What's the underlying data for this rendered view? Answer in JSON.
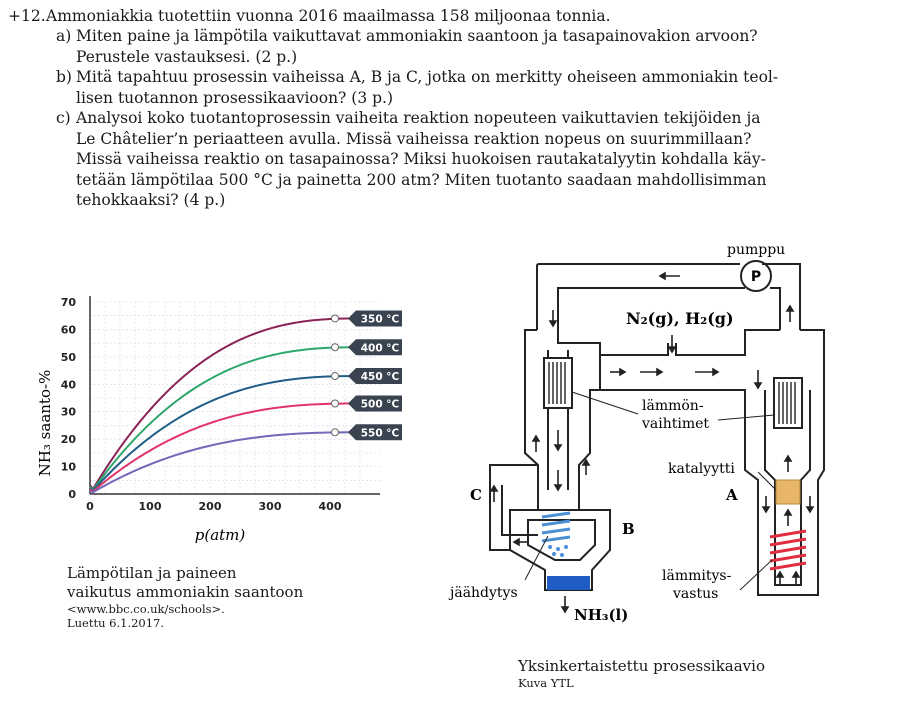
{
  "question": {
    "number": "+12.",
    "intro": "Ammoniakkia tuotettiin vuonna 2016 maailmassa 158 miljoonaa tonnia.",
    "parts": [
      {
        "label": "a)",
        "lines": [
          "Miten paine ja lämpötila vaikuttavat ammoniakin saantoon ja tasapainovakion arvoon?",
          "Perustele vastauksesi. (2 p.)"
        ]
      },
      {
        "label": "b)",
        "lines": [
          "Mitä tapahtuu prosessin vaiheissa A, B ja C, jotka on merkitty oheiseen ammoniakin teol-",
          "lisen tuotannon prosessikaavioon? (3 p.)"
        ]
      },
      {
        "label": "c)",
        "lines": [
          "Analysoi koko tuotantoprosessin vaiheita reaktion nopeuteen vaikuttavien tekijöiden ja",
          "Le Châtelier’n periaatteen avulla. Missä vaiheissa reaktion nopeus on suurimmillaan?",
          "Missä vaiheissa reaktio on tasapainossa? Miksi huokoisen rautakatalyytin kohdalla käy-",
          "tetään lämpötilaa 500 °C  ja painetta 200 atm? Miten tuotanto saadaan mahdollisimman",
          "tehokkaaksi? (4 p.)"
        ]
      }
    ]
  },
  "chart_data": {
    "type": "line",
    "ylabel": "NH₃ saanto-%",
    "xlabel": "p(atm)",
    "xlim": [
      0,
      450
    ],
    "ylim": [
      0,
      70
    ],
    "x_ticks": [
      "0",
      "100",
      "200",
      "300",
      "400"
    ],
    "y_ticks": [
      "0",
      "10",
      "20",
      "30",
      "40",
      "50",
      "60",
      "70"
    ],
    "series": [
      {
        "name": "350 °C",
        "color": "#8a2356",
        "plateau": 64
      },
      {
        "name": "400 °C",
        "color": "#2ea86a",
        "plateau": 53.5
      },
      {
        "name": "450 °C",
        "color": "#1f5f86",
        "plateau": 43
      },
      {
        "name": "500 °C",
        "color": "#e0356a",
        "plateau": 33
      },
      {
        "name": "550 °C",
        "color": "#7268b8",
        "plateau": 22.5
      }
    ]
  },
  "chart_caption": {
    "lines": [
      "Lämpötilan ja paineen",
      "vaikutus ammoniakin saantoon"
    ],
    "source": "<www.bbc.co.uk/schools>.",
    "date": "Luettu 6.1.2017."
  },
  "diagram": {
    "pump_label": "pumppu",
    "pump_letter": "P",
    "inlet_label": "N₂(g), H₂(g)",
    "heat_exchangers_label": [
      "lämmön-",
      "vaihtimet"
    ],
    "catalyst_label": "katalyytti",
    "label_a": "A",
    "label_b": "B",
    "label_c": "C",
    "cooling_label": "jäähdytys",
    "heater_label": [
      "lämmitys-",
      "vastus"
    ],
    "outlet_label": "NH₃(l)",
    "colors": {
      "cooling": "#4a8fd6",
      "liquid": "#1f5cc4",
      "catalyst": "#e8b66a",
      "heater": "#e03040"
    }
  },
  "diagram_caption": {
    "title": "Yksinkertaistettu prosessikaavio",
    "credit": "Kuva YTL"
  }
}
